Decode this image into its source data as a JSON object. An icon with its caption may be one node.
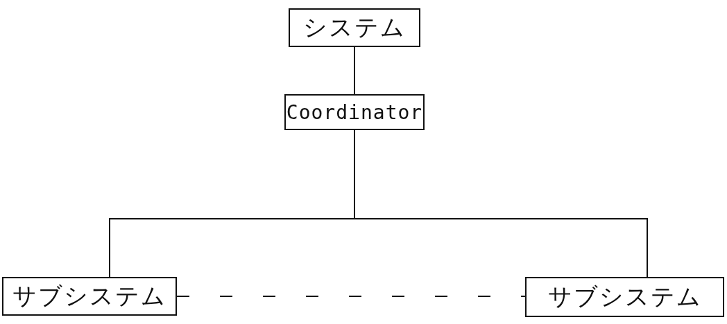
{
  "diagram": {
    "nodes": [
      {
        "text": [
          "システム"
        ]
      },
      {
        "text": [
          "Coordinator"
        ]
      },
      {
        "text": [
          "サブシステム"
        ]
      },
      {
        "text": [
          "サブシステム"
        ]
      }
    ],
    "edges": [
      {
        "from": 0,
        "to": 1,
        "arrow": "none"
      },
      {
        "from": 1,
        "to": 2,
        "arrow": "none"
      },
      {
        "from": 1,
        "to": 3,
        "arrow": "none"
      },
      {
        "from": 2,
        "to": 3,
        "arrow": "none",
        "style": "dashed"
      }
    ]
  }
}
